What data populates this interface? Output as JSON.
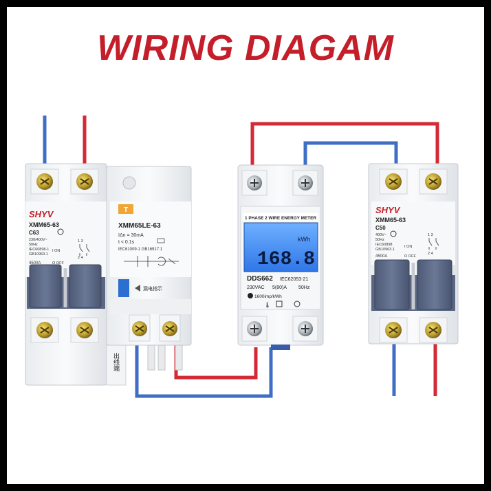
{
  "title": "WIRING DIAGAM",
  "colors": {
    "title": "#c41e2a",
    "live_wire": "#d42a36",
    "neutral_wire": "#3f6fc4",
    "handle": "#5a6784",
    "lcd": "#3a8cff"
  },
  "rcbo": {
    "brand": "SHYV",
    "model": "XMM65-63",
    "rating": "C63",
    "specs": [
      "230/400V~",
      "50Hz",
      "IEC60898-1",
      "GB10963.1"
    ],
    "breaking": "4500A",
    "on_label": "I ON",
    "off_label": "O OFF",
    "schematic_numbers": "1  3",
    "schematic_numbers_bottom": "2  4",
    "side_label": "出线端"
  },
  "rcd": {
    "test_button": "T",
    "model": "XMM65LE-63",
    "line1": "IΔn = 30mA",
    "line2": "t   < 0.1s",
    "standards": "IEC61009-1  GB16917.1",
    "indicator": "漏电指示"
  },
  "meter": {
    "header": "1 PHASE 2 WIRE ENERGY METER",
    "unit": "kWh",
    "reading": "168.8",
    "model": "DDS662",
    "standard": "IEC62053-21",
    "voltage": "230VAC",
    "current": "5(80)A",
    "frequency": "50Hz",
    "impulse": "1600imp/kWh"
  },
  "mcb": {
    "brand": "SHYV",
    "model": "XMM65-63",
    "rating": "C50",
    "specs": [
      "400V~",
      "50Hz",
      "IEC60898",
      "GB10963.1"
    ],
    "breaking": "4500A",
    "on_label": "I ON",
    "off_label": "O OFF",
    "schematic_numbers": "1 3",
    "schematic_numbers_bottom": "2 4"
  }
}
